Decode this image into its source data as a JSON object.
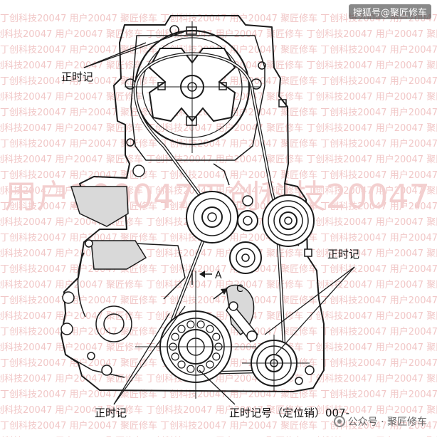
{
  "labels": {
    "timing_mark_top_left": "正时记",
    "timing_mark_right": "正时记",
    "timing_mark_bottom_left": "正时记",
    "timing_mark_bottom_pin": "正时记号（定位销）007-"
  },
  "letters": {
    "a": "A",
    "c": "C"
  },
  "watermarks": {
    "top_right": "搜狐号@聚匠修车",
    "bottom_right": "公众号 · 聚匠修车",
    "big_line": "用户200047工创科技20047",
    "small_tile": "丁创科技20047 用户20047 聚匠修车"
  },
  "colors": {
    "line": "#1a1a1a",
    "fill_gray": "#d9d9d9",
    "watermark_red": "#f1c7c7"
  }
}
